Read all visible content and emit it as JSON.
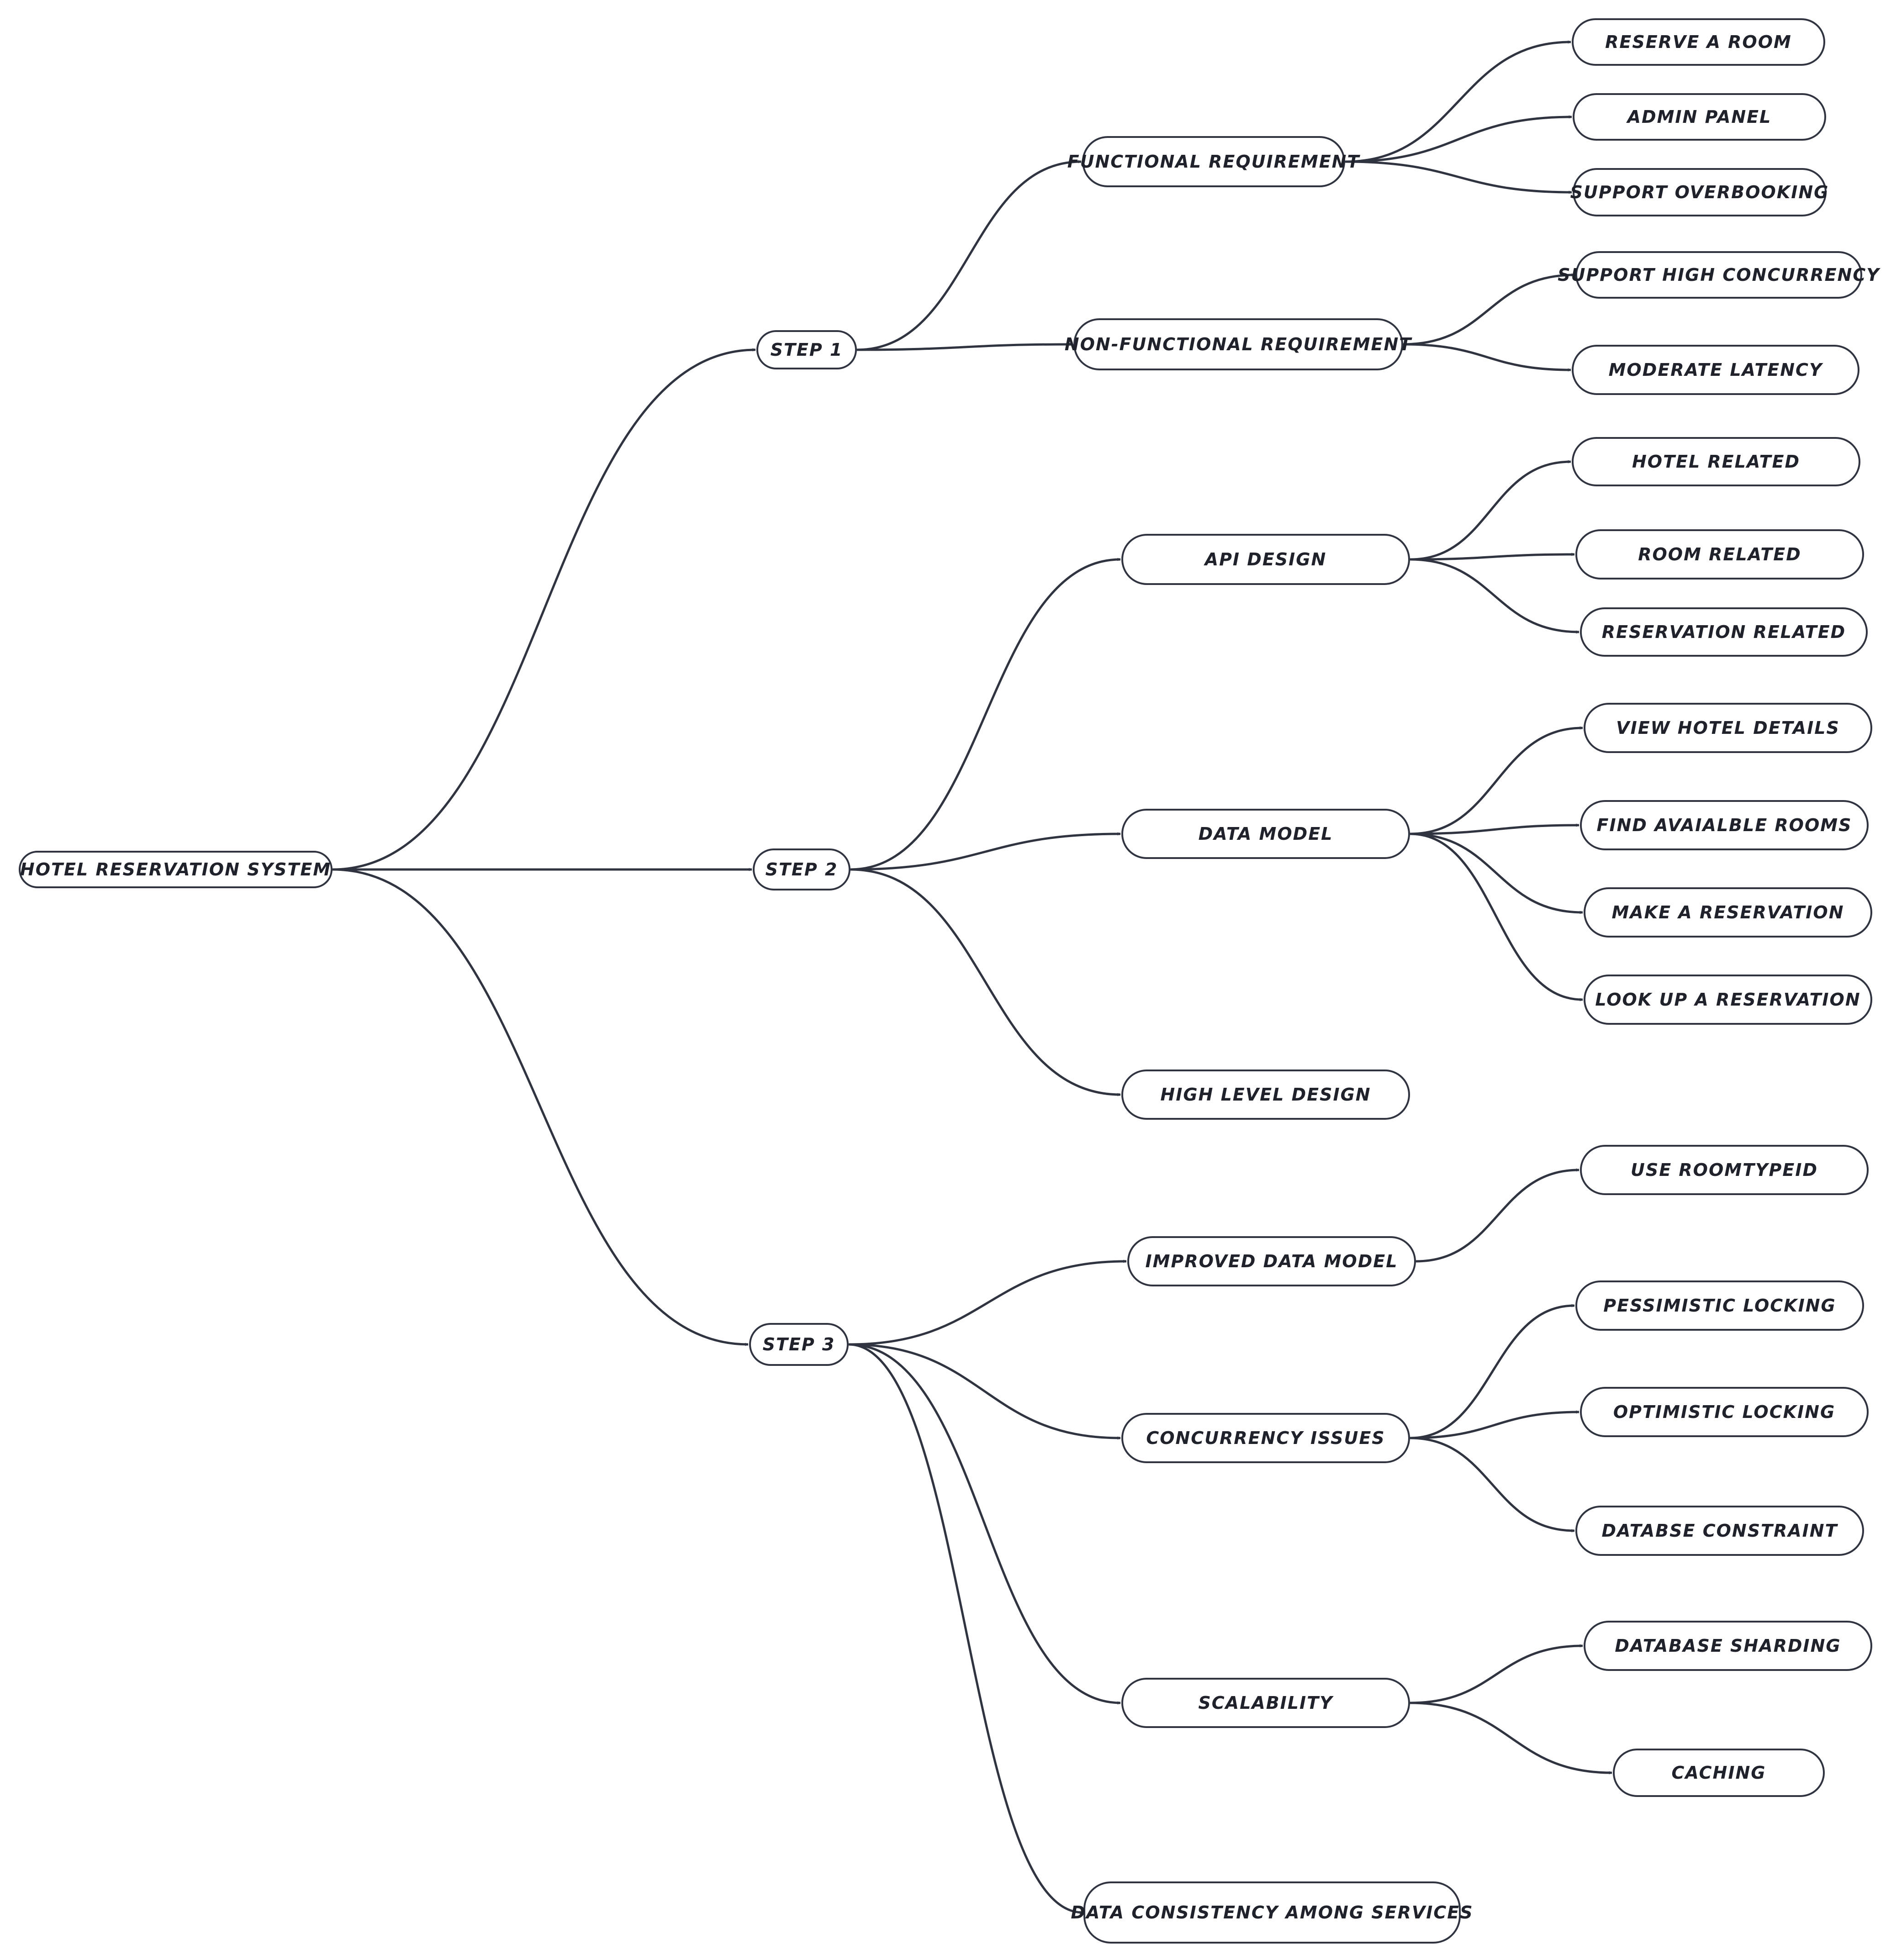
{
  "colors": {
    "line": "#2f3440",
    "node_border": "#2f3440",
    "text": "#1f222a",
    "background": "#ffffff"
  },
  "nodes": {
    "root": "Hotel Reservation System",
    "step1": "Step 1",
    "step2": "Step 2",
    "step3": "Step 3",
    "functional": "Functional Requirement",
    "nonfunctional": "Non-Functional Requirement",
    "reserve_room": "Reserve a Room",
    "admin_panel": "Admin Panel",
    "support_overbooking": "Support Overbooking",
    "high_concurrency": "Support High Concurrency",
    "moderate_latency": "Moderate Latency",
    "api_design": "API Design",
    "data_model": "Data Model",
    "high_level_design": "High Level Design",
    "hotel_related": "Hotel Related",
    "room_related": "Room Related",
    "reservation_related": "Reservation Related",
    "view_hotel_details": "View Hotel Details",
    "find_rooms": "Find Avaialble Rooms",
    "make_reservation": "Make a Reservation",
    "lookup_reservation": "Look Up a Reservation",
    "improved_data_model": "Improved Data Model",
    "concurrency_issues": "Concurrency Issues",
    "scalability": "Scalability",
    "data_consistency": "Data Consistency Among Services",
    "use_roomtypeid": "Use RoomTypeID",
    "pessimistic_locking": "Pessimistic Locking",
    "optimistic_locking": "Optimistic Locking",
    "database_constraint": "Databse Constraint",
    "database_sharding": "Database Sharding",
    "caching": "Caching"
  },
  "edges": [
    [
      "root",
      "step1"
    ],
    [
      "root",
      "step2"
    ],
    [
      "root",
      "step3"
    ],
    [
      "step1",
      "functional"
    ],
    [
      "step1",
      "nonfunctional"
    ],
    [
      "functional",
      "reserve_room"
    ],
    [
      "functional",
      "admin_panel"
    ],
    [
      "functional",
      "support_overbooking"
    ],
    [
      "nonfunctional",
      "high_concurrency"
    ],
    [
      "nonfunctional",
      "moderate_latency"
    ],
    [
      "step2",
      "api_design"
    ],
    [
      "step2",
      "data_model"
    ],
    [
      "step2",
      "high_level_design"
    ],
    [
      "api_design",
      "hotel_related"
    ],
    [
      "api_design",
      "room_related"
    ],
    [
      "api_design",
      "reservation_related"
    ],
    [
      "data_model",
      "view_hotel_details"
    ],
    [
      "data_model",
      "find_rooms"
    ],
    [
      "data_model",
      "make_reservation"
    ],
    [
      "data_model",
      "lookup_reservation"
    ],
    [
      "step3",
      "improved_data_model"
    ],
    [
      "step3",
      "concurrency_issues"
    ],
    [
      "step3",
      "scalability"
    ],
    [
      "step3",
      "data_consistency"
    ],
    [
      "improved_data_model",
      "use_roomtypeid"
    ],
    [
      "concurrency_issues",
      "pessimistic_locking"
    ],
    [
      "concurrency_issues",
      "optimistic_locking"
    ],
    [
      "concurrency_issues",
      "database_constraint"
    ],
    [
      "scalability",
      "database_sharding"
    ],
    [
      "scalability",
      "caching"
    ]
  ]
}
